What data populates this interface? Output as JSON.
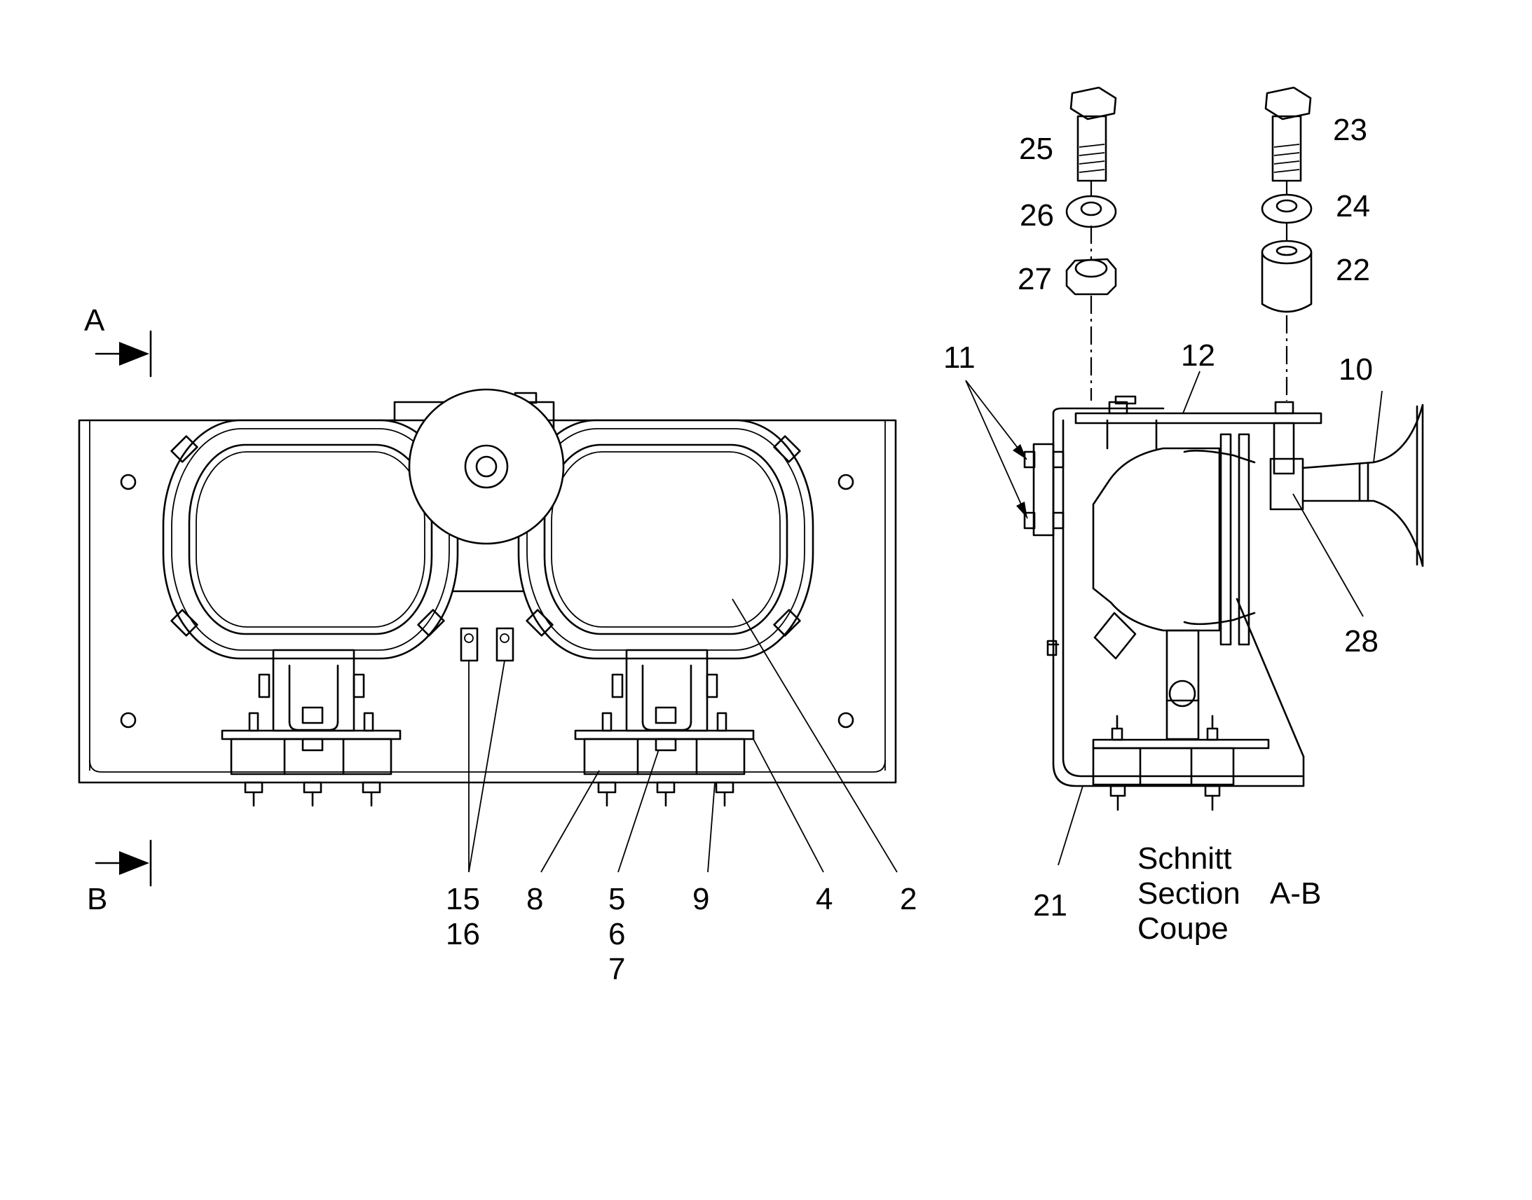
{
  "section_markers": {
    "a": "A",
    "b": "B"
  },
  "callouts": {
    "c2": "2",
    "c4": "4",
    "c5": "5",
    "c6": "6",
    "c7": "7",
    "c8": "8",
    "c9": "9",
    "c10": "10",
    "c11": "11",
    "c12": "12",
    "c15": "15",
    "c16": "16",
    "c21": "21",
    "c22": "22",
    "c23": "23",
    "c24": "24",
    "c25": "25",
    "c26": "26",
    "c27": "27",
    "c28": "28"
  },
  "section_caption": {
    "line1": "Schnitt",
    "line2": "Section",
    "line3": "Coupe",
    "id": "A-B"
  }
}
